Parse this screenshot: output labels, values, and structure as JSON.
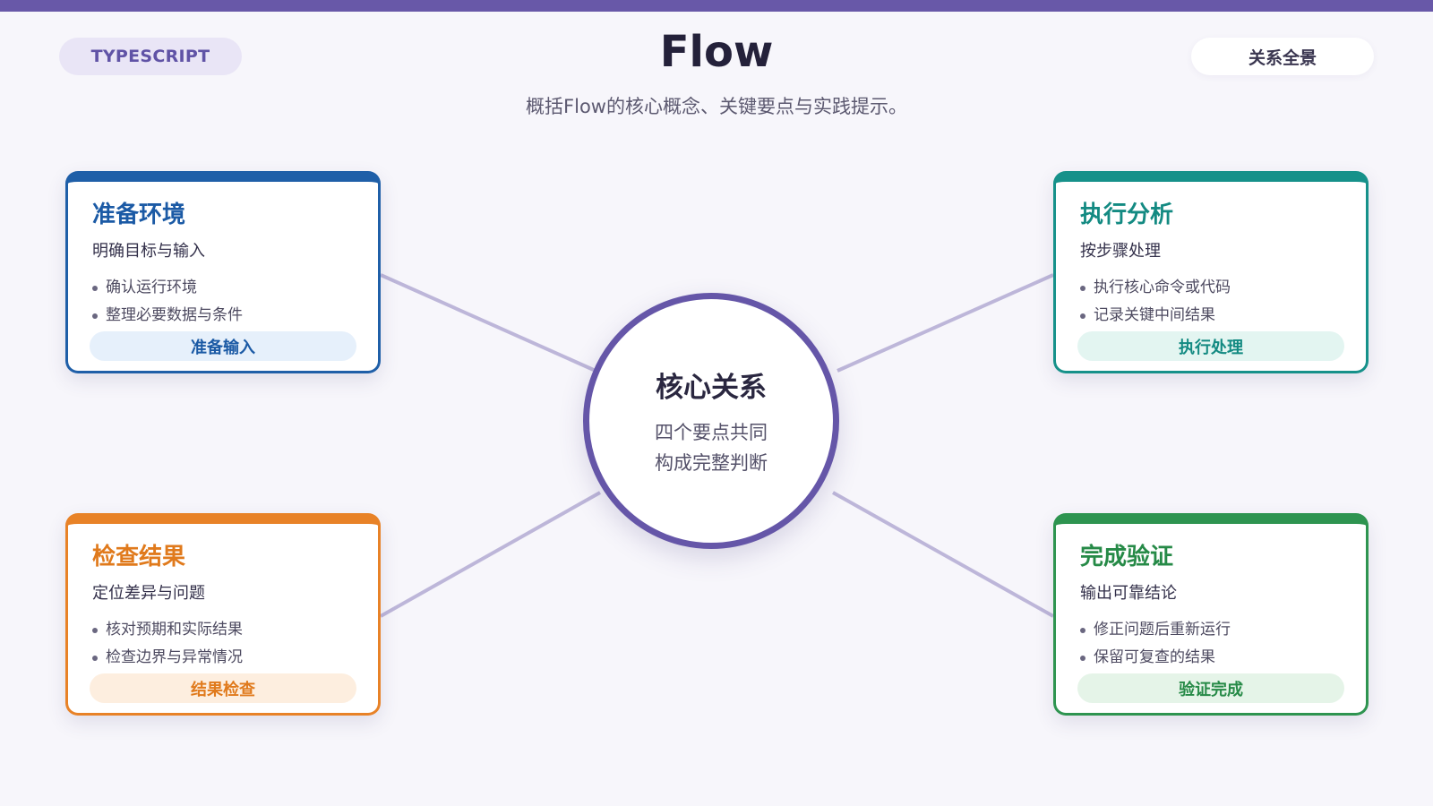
{
  "header": {
    "tag": "TYPESCRIPT",
    "title": "Flow",
    "subtitle": "概括Flow的核心概念、关键要点与实践提示。",
    "view_label": "关系全景"
  },
  "hub": {
    "title": "核心关系",
    "line1": "四个要点共同",
    "line2": "构成完整判断"
  },
  "cards": {
    "prepare": {
      "title": "准备环境",
      "subtitle": "明确目标与输入",
      "bullets": [
        "确认运行环境",
        "整理必要数据与条件"
      ],
      "button": "准备输入",
      "color": "#1f5fa8"
    },
    "execute": {
      "title": "执行分析",
      "subtitle": "按步骤处理",
      "bullets": [
        "执行核心命令或代码",
        "记录关键中间结果"
      ],
      "button": "执行处理",
      "color": "#16918a"
    },
    "check": {
      "title": "检查结果",
      "subtitle": "定位差异与问题",
      "bullets": [
        "核对预期和实际结果",
        "检查边界与异常情况"
      ],
      "button": "结果检查",
      "color": "#e88227"
    },
    "verify": {
      "title": "完成验证",
      "subtitle": "输出可靠结论",
      "bullets": [
        "修正问题后重新运行",
        "保留可复查的结果"
      ],
      "button": "验证完成",
      "color": "#2e9450"
    }
  },
  "colors": {
    "accent": "#6858a8",
    "connector": "#bdb6d9",
    "background": "#f7f6fb"
  }
}
